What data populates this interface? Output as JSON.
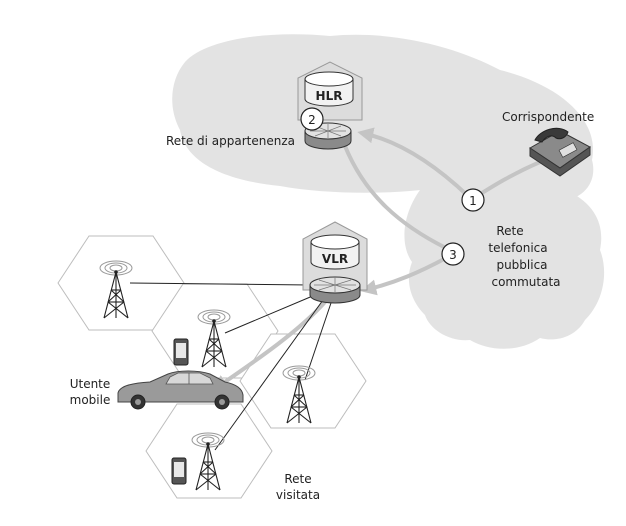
{
  "nodes": {
    "hlr": {
      "label": "HLR"
    },
    "vlr": {
      "label": "VLR"
    }
  },
  "steps": [
    "1",
    "2",
    "3"
  ],
  "labels": {
    "home_network": "Rete di appartenenza",
    "correspondent": "Corrispondente",
    "pstn_line1": "Rete",
    "pstn_line2": "telefonica",
    "pstn_line3": "pubblica",
    "pstn_line4": "commutata",
    "mobile_user_line1": "Utente",
    "mobile_user_line2": "mobile",
    "visited_network_line1": "Rete",
    "visited_network_line2": "visitata"
  },
  "colors": {
    "cloud": "#e3e3e3",
    "arrow": "#c4c4c4",
    "router_top": "#d9d9d9",
    "car": "#9a9a9a"
  }
}
